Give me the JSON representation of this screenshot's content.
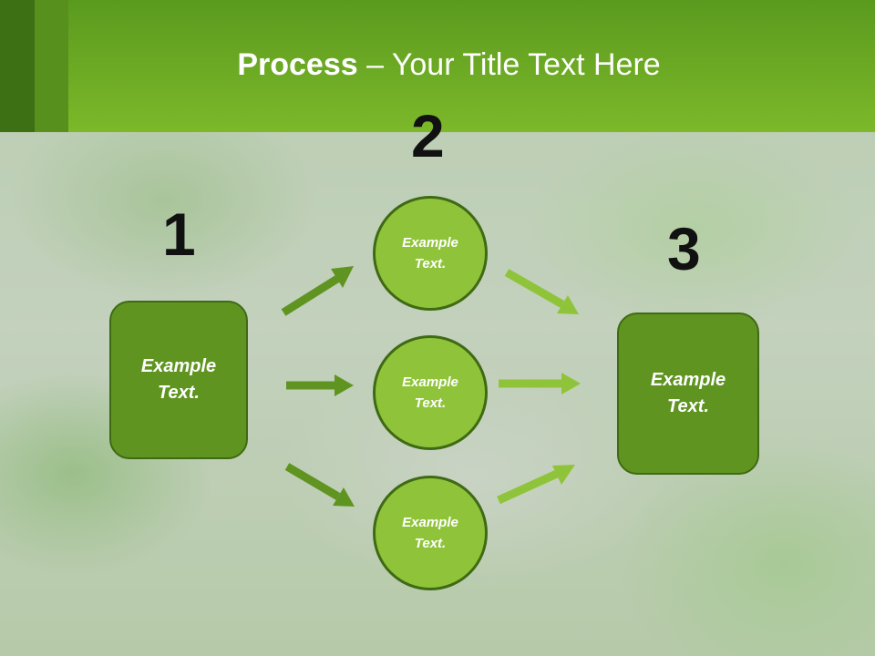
{
  "title": {
    "bold": "Process",
    "rest": " – Your Title Text Here"
  },
  "steps": {
    "one": "1",
    "two": "2",
    "three": "3"
  },
  "nodes": {
    "left_box": {
      "line1": "Example",
      "line2": "Text."
    },
    "circle_top": {
      "line1": "Example",
      "line2": "Text."
    },
    "circle_mid": {
      "line1": "Example",
      "line2": "Text."
    },
    "circle_bottom": {
      "line1": "Example",
      "line2": "Text."
    },
    "right_box": {
      "line1": "Example",
      "line2": "Text."
    }
  },
  "colors": {
    "header": "#7db82a",
    "box_fill": "#5f9421",
    "circle_fill": "#8fc43a",
    "left_arrows": "#5f9421",
    "right_arrows": "#8fc43a"
  }
}
